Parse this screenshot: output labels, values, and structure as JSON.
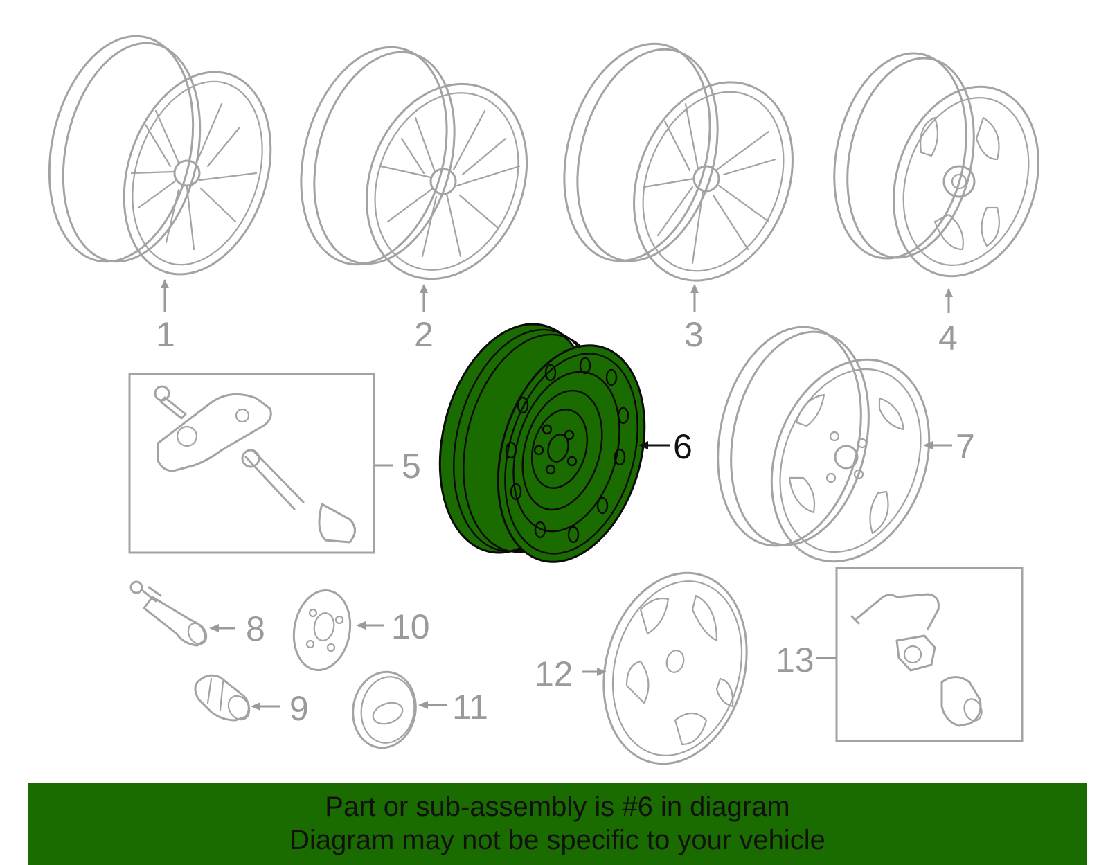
{
  "callouts": {
    "c1": "1",
    "c2": "2",
    "c3": "3",
    "c4": "4",
    "c5": "5",
    "c6": "6",
    "c7": "7",
    "c8": "8",
    "c9": "9",
    "c10": "10",
    "c11": "11",
    "c12": "12",
    "c13": "13"
  },
  "highlight": {
    "part_number": "6",
    "color": "#1a6b00"
  },
  "banner": {
    "line1": "Part or sub-assembly is #6 in diagram",
    "line2": "Diagram may not be specific to your vehicle"
  }
}
